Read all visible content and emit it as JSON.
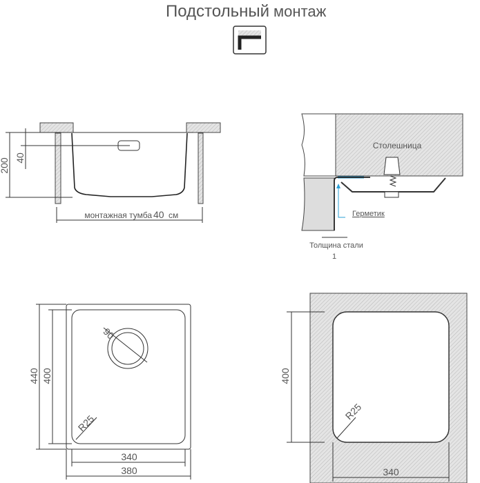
{
  "title": {
    "main": "Подстольный",
    "sub": "монтаж"
  },
  "side_view": {
    "height_label": "200",
    "drain_label": "40",
    "cabinet_label": "монтажная тумба",
    "cabinet_size": "40",
    "cabinet_unit": "см"
  },
  "detail_view": {
    "countertop_label": "Столешница",
    "sealant_label": "Герметик",
    "steel_thickness_label": "Толщина стали",
    "steel_thickness_value": "1",
    "sealant_color": "#2a9fd6"
  },
  "top_view": {
    "outer_height": "440",
    "inner_height": "400",
    "drain_diameter": "90",
    "corner_radius": "R25",
    "inner_width": "340",
    "outer_width": "380"
  },
  "cutout_view": {
    "height": "400",
    "corner_radius": "R25",
    "width": "340"
  }
}
